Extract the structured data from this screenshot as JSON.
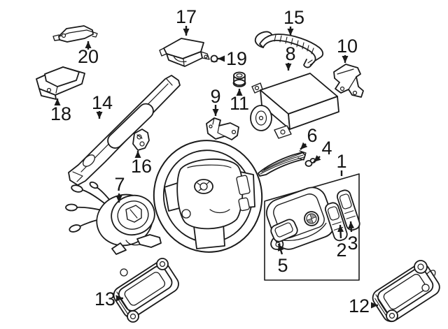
{
  "diagram": {
    "background_color": "#ffffff",
    "line_color": "#1a1a1a",
    "style": "black-and-white exploded parts line drawing",
    "callouts": {
      "c1": {
        "num": "1"
      },
      "c2": {
        "num": "2"
      },
      "c3": {
        "num": "3"
      },
      "c4": {
        "num": "4"
      },
      "c5": {
        "num": "5"
      },
      "c6": {
        "num": "6"
      },
      "c7": {
        "num": "7"
      },
      "c8": {
        "num": "8"
      },
      "c9": {
        "num": "9"
      },
      "c10": {
        "num": "10"
      },
      "c11": {
        "num": "11"
      },
      "c12": {
        "num": "12"
      },
      "c13": {
        "num": "13"
      },
      "c14": {
        "num": "14"
      },
      "c15": {
        "num": "15"
      },
      "c16": {
        "num": "16"
      },
      "c17": {
        "num": "17"
      },
      "c18": {
        "num": "18"
      },
      "c19": {
        "num": "19"
      },
      "c20": {
        "num": "20"
      }
    }
  }
}
